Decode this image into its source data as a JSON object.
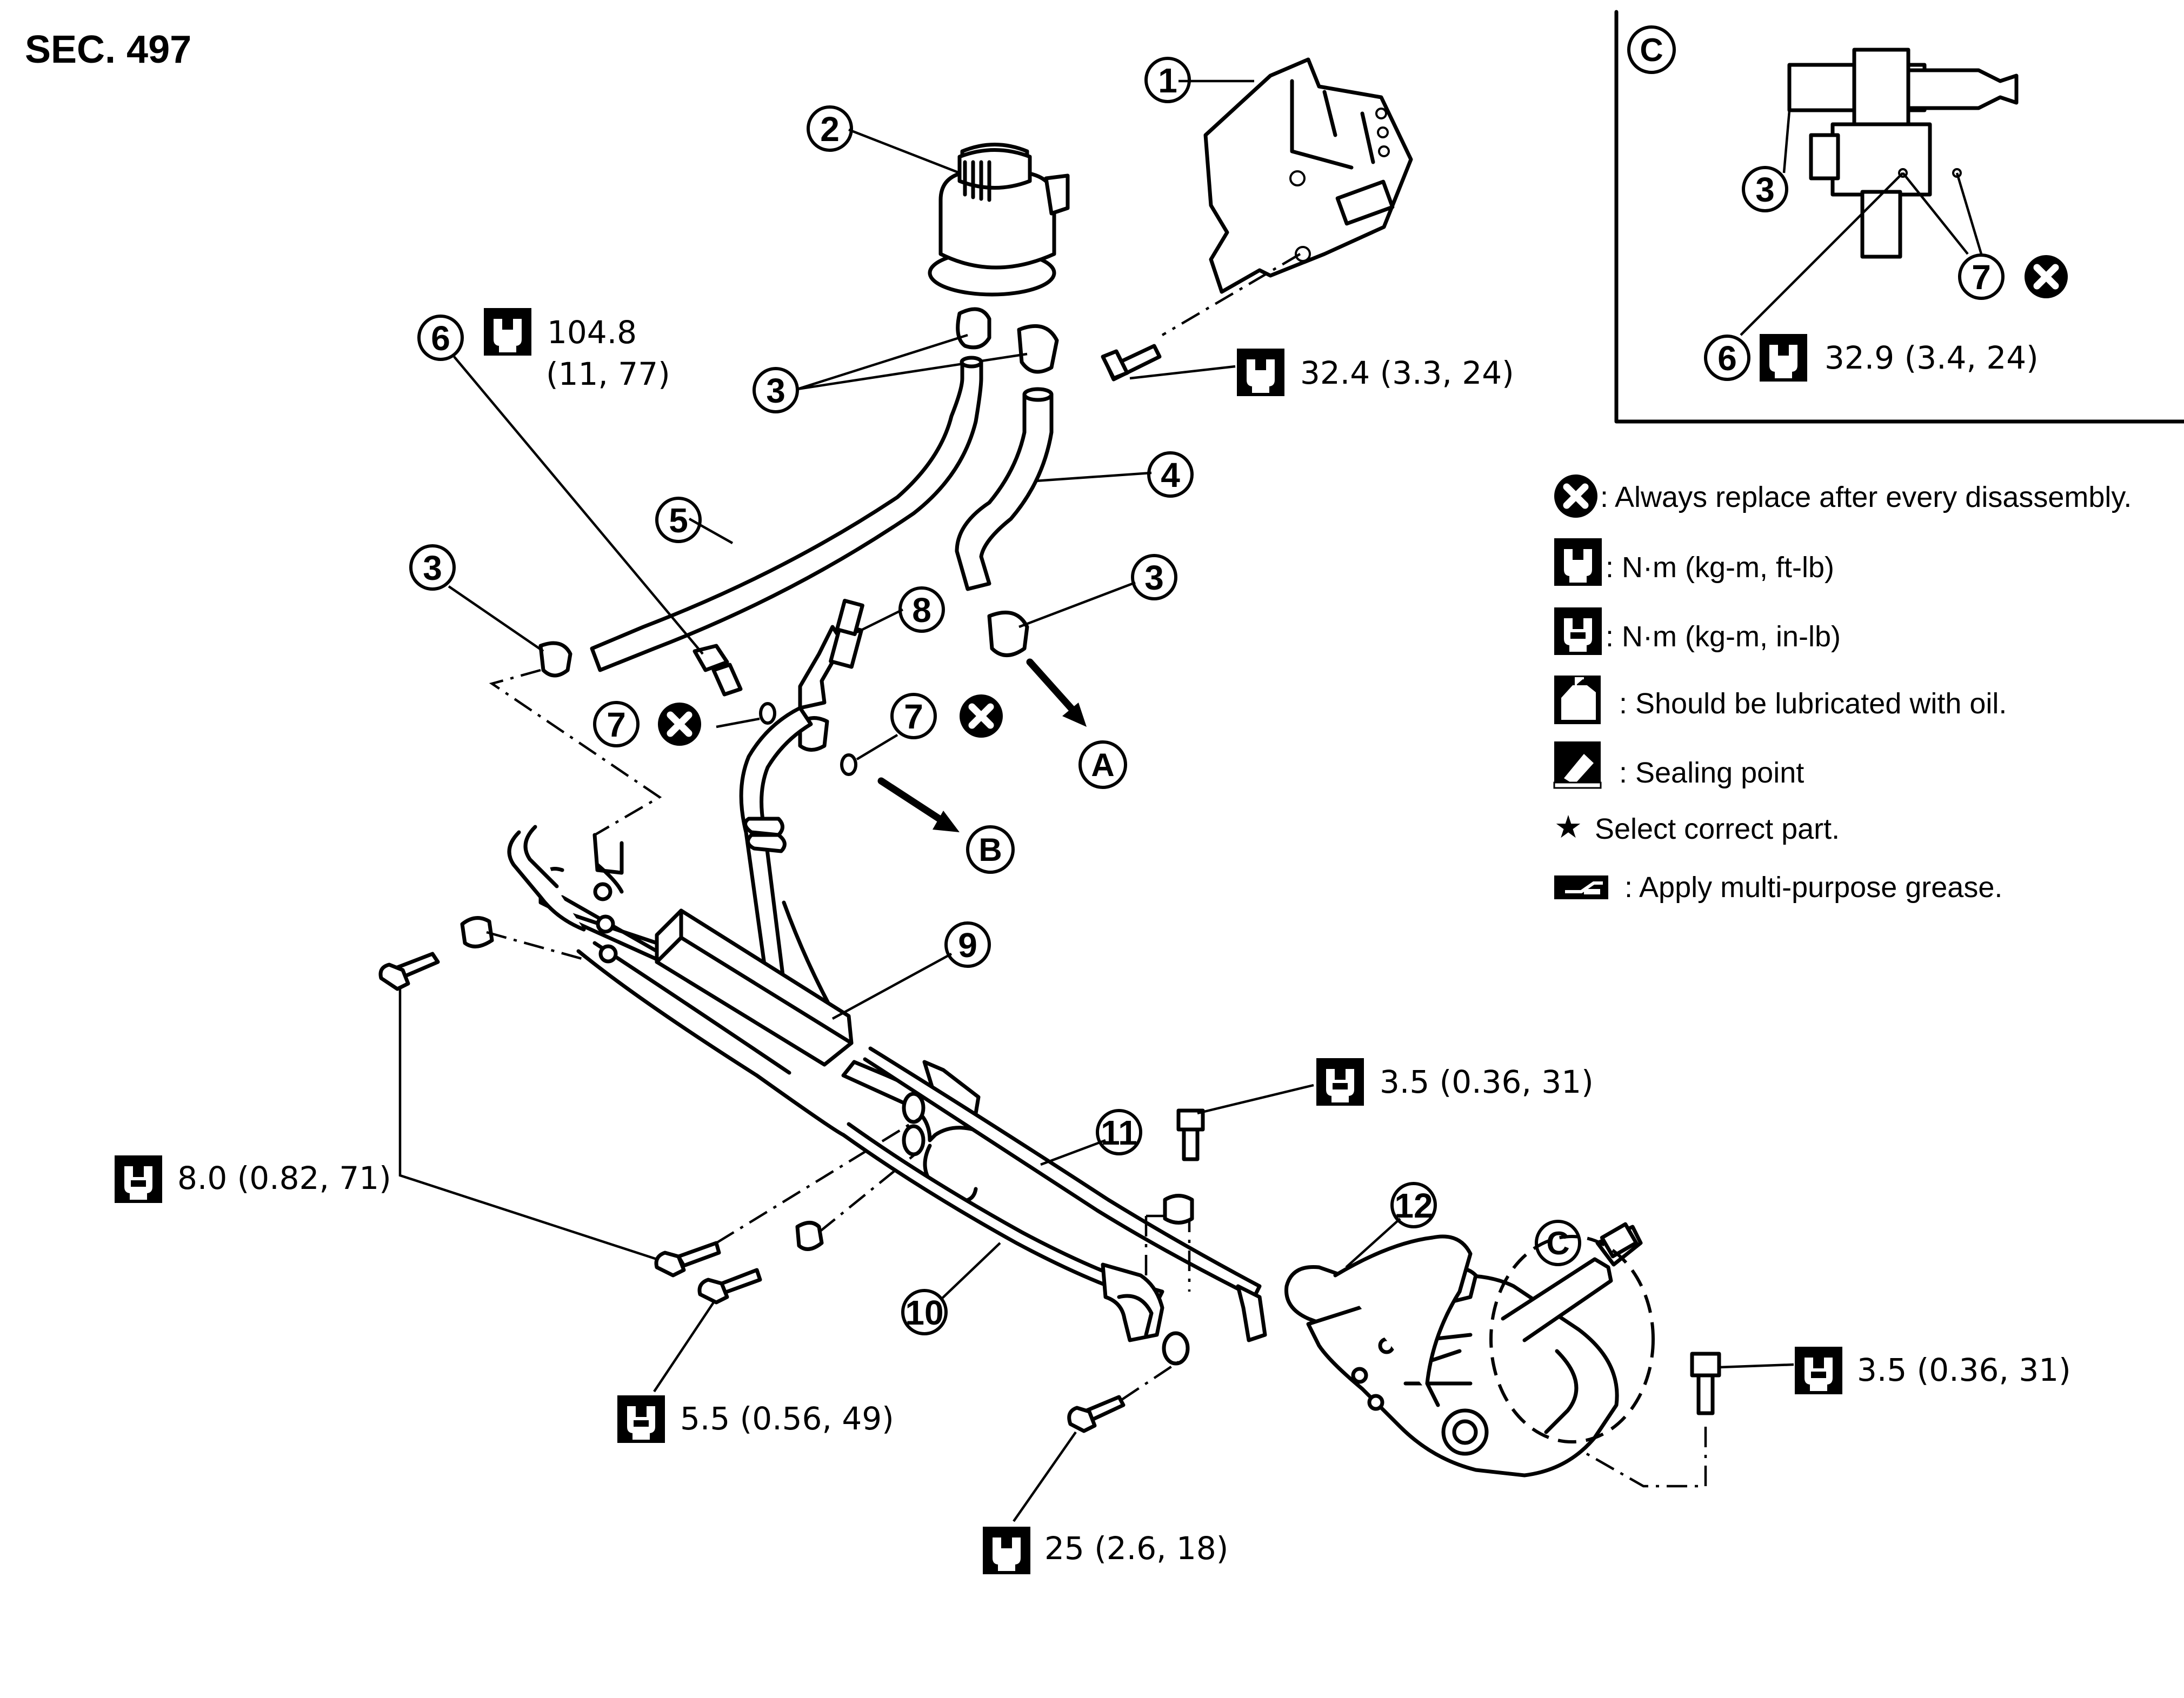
{
  "section_label": "SEC. 497",
  "callouts": {
    "c1": "1",
    "c2": "2",
    "c3": "3",
    "c4": "4",
    "c5": "5",
    "c6": "6",
    "c7": "7",
    "c8": "8",
    "c9": "9",
    "c10": "10",
    "c11": "11",
    "c12": "12"
  },
  "view_letters": {
    "a": "A",
    "b": "B",
    "c": "C"
  },
  "torques": {
    "t_6_line1": "104.8",
    "t_6_line2": "(11, 77)",
    "t_1": "32.4 (3.3, 24)",
    "t_detail_6": "32.9 (3.4, 24)",
    "t_clamp_mid": "3.5 (0.36, 31)",
    "t_clamp_right": "3.5 (0.36, 31)",
    "t_bracket_left": "8.0 (0.82, 71)",
    "t_bracket_mid": "5.5 (0.56, 49)",
    "t_gear": "25 (2.6, 18)"
  },
  "legend": [
    {
      "icon": "replace-icon",
      "text": ": Always replace after every disassembly."
    },
    {
      "icon": "torque-ftlb-icon",
      "text": ": N·m (kg-m, ft-lb)"
    },
    {
      "icon": "torque-inlb-icon",
      "text": ": N·m (kg-m, in-lb)"
    },
    {
      "icon": "oil-can-icon",
      "text": ": Should be lubricated with oil."
    },
    {
      "icon": "sealant-icon",
      "text": ": Sealing point"
    },
    {
      "icon": "star-icon",
      "text": "Select correct part."
    },
    {
      "icon": "grease-icon",
      "text": ": Apply multi-purpose grease."
    }
  ],
  "colors": {
    "ink": "#000000",
    "paper": "#ffffff"
  }
}
